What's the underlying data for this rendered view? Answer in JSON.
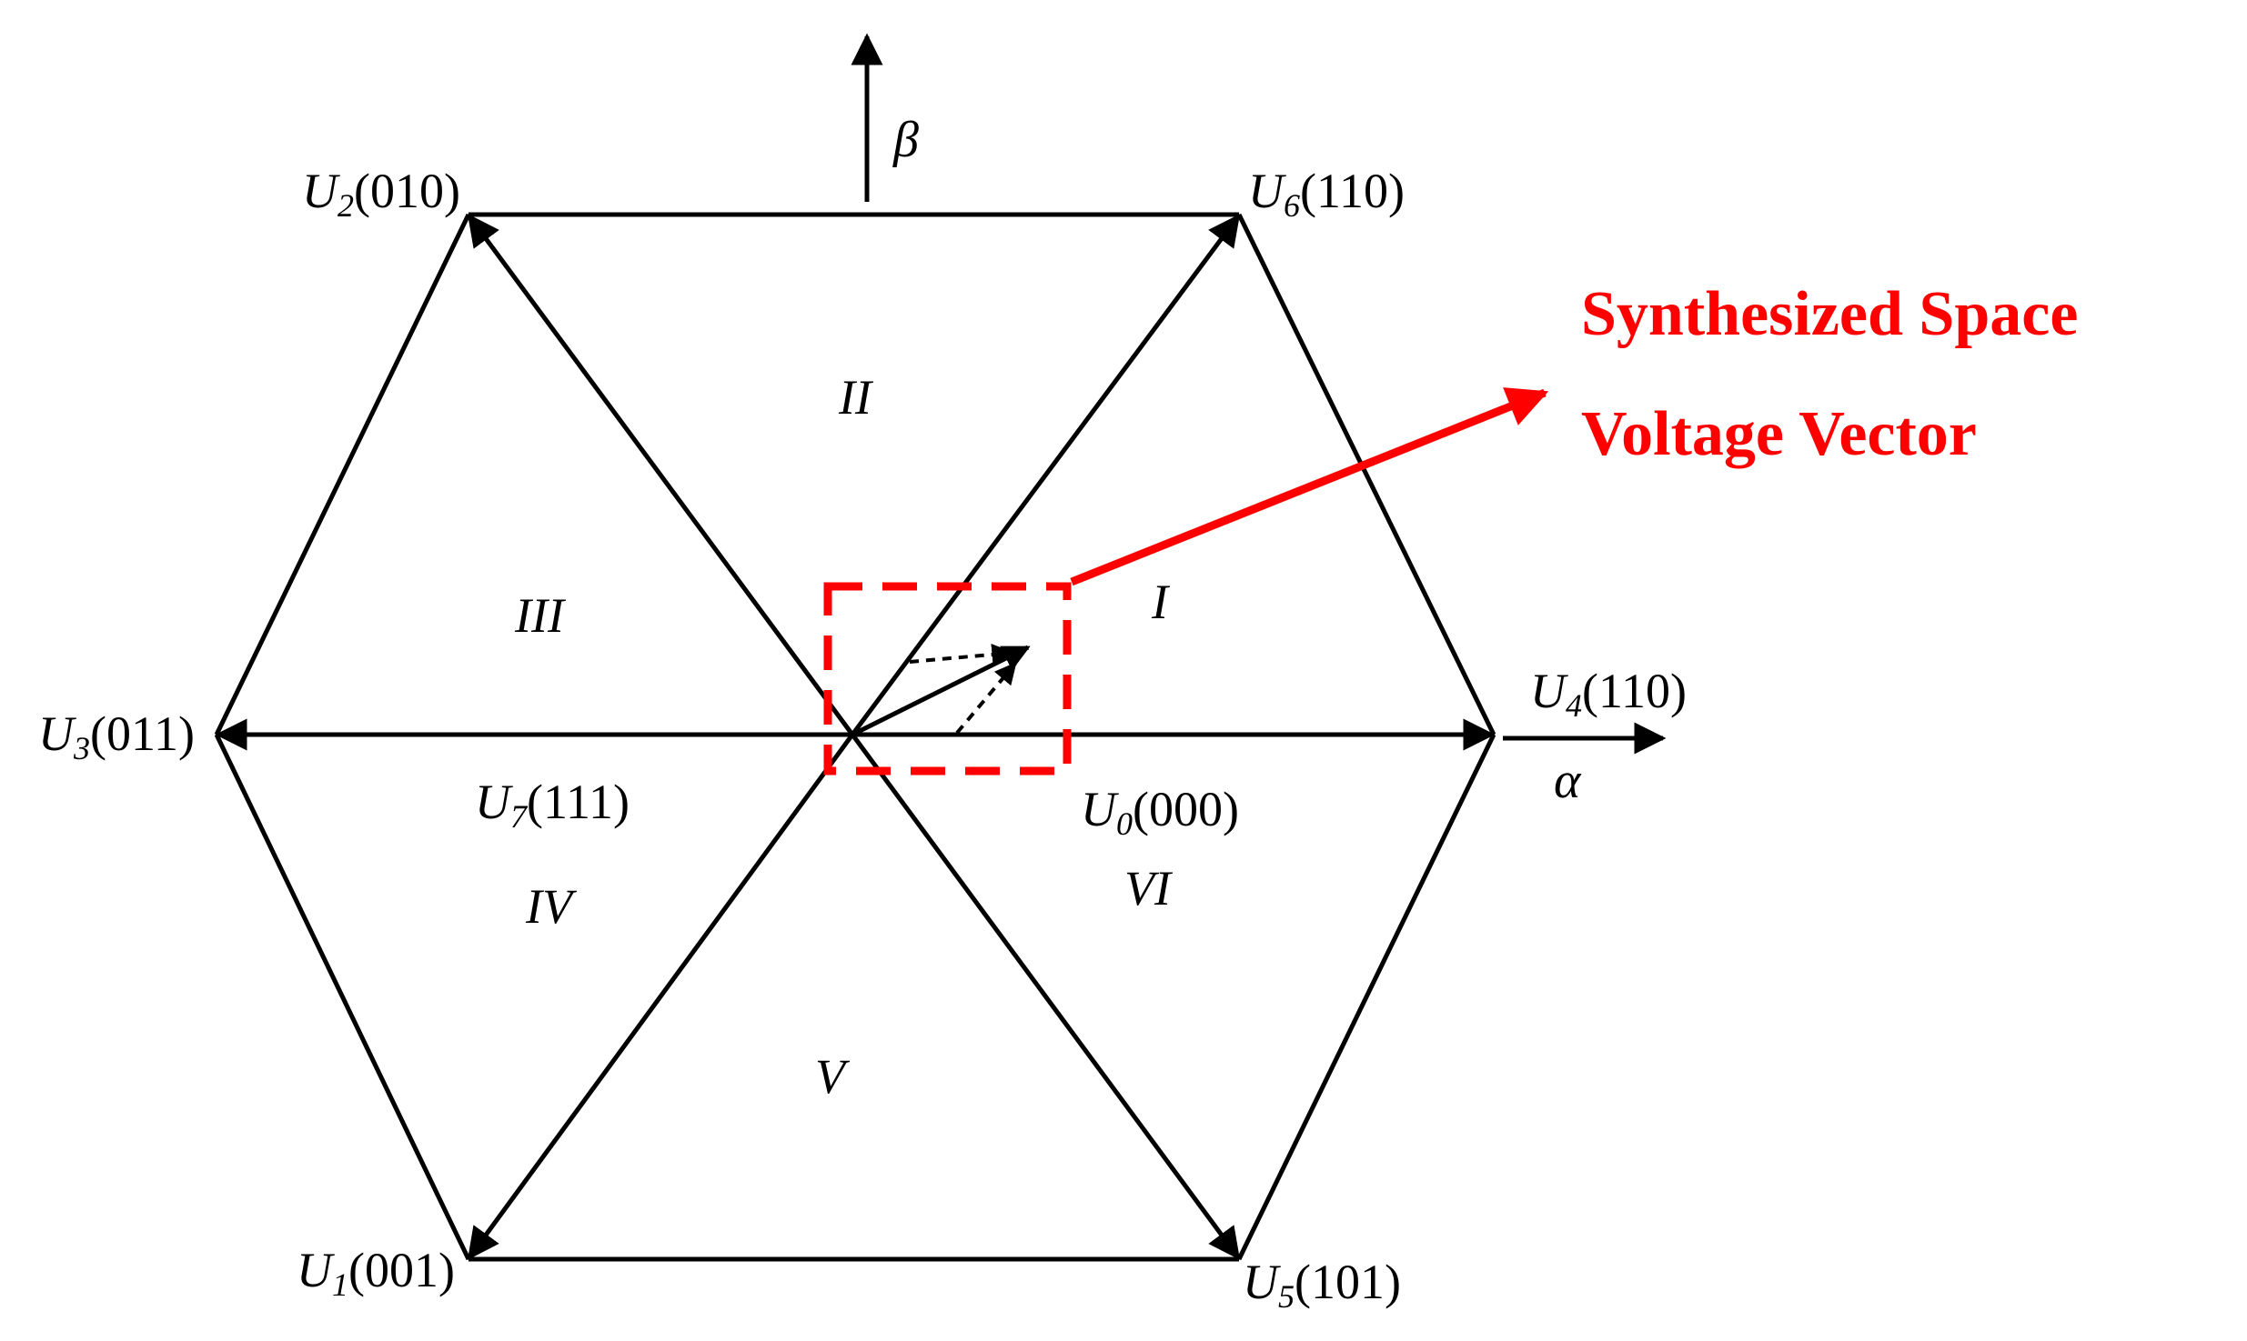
{
  "axes": {
    "alpha": "α",
    "beta": "β"
  },
  "vectors": [
    {
      "id": "U4",
      "base": "U",
      "sub": "4",
      "code": "(110)"
    },
    {
      "id": "U6",
      "base": "U",
      "sub": "6",
      "code": "(110)"
    },
    {
      "id": "U2",
      "base": "U",
      "sub": "2",
      "code": "(010)"
    },
    {
      "id": "U3",
      "base": "U",
      "sub": "3",
      "code": "(011)"
    },
    {
      "id": "U1",
      "base": "U",
      "sub": "1",
      "code": "(001)"
    },
    {
      "id": "U5",
      "base": "U",
      "sub": "5",
      "code": "(101)"
    },
    {
      "id": "U7",
      "base": "U",
      "sub": "7",
      "code": "(111)"
    },
    {
      "id": "U0",
      "base": "U",
      "sub": "0",
      "code": "(000)"
    }
  ],
  "sectors": [
    "I",
    "II",
    "III",
    "IV",
    "V",
    "VI"
  ],
  "annotation": {
    "line1": "Synthesized Space",
    "line2": "Voltage Vector",
    "color": "#ff0000"
  }
}
